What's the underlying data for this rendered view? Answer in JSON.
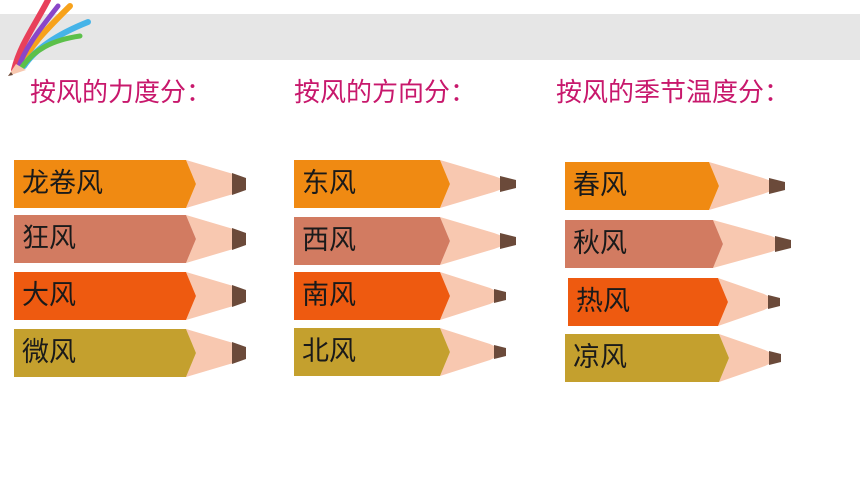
{
  "colors": {
    "orange": "#f08a12",
    "salmon": "#d27b61",
    "red_orange": "#ee5a10",
    "olive": "#c4a02e",
    "wood": "#f8c8b0",
    "lead": "#6b4a3a",
    "heading": "#c8186c",
    "band": "#e6e6e6"
  },
  "headings": {
    "strength": "按风的力度分：",
    "direction": "按风的方向分：",
    "season": "按风的季节温度分："
  },
  "columns": [
    {
      "items": [
        {
          "label": "龙卷风",
          "color": "#f08a12"
        },
        {
          "label": "狂风",
          "color": "#d27b61"
        },
        {
          "label": "大风",
          "color": "#ee5a10"
        },
        {
          "label": "微风",
          "color": "#c4a02e"
        }
      ]
    },
    {
      "items": [
        {
          "label": "东风",
          "color": "#f08a12"
        },
        {
          "label": "西风",
          "color": "#d27b61"
        },
        {
          "label": "南风",
          "color": "#ee5a10"
        },
        {
          "label": "北风",
          "color": "#c4a02e"
        }
      ]
    },
    {
      "items": [
        {
          "label": "春风",
          "color": "#f08a12"
        },
        {
          "label": "秋风",
          "color": "#d27b61"
        },
        {
          "label": "热风",
          "color": "#ee5a10"
        },
        {
          "label": "凉风",
          "color": "#c4a02e"
        }
      ]
    }
  ]
}
